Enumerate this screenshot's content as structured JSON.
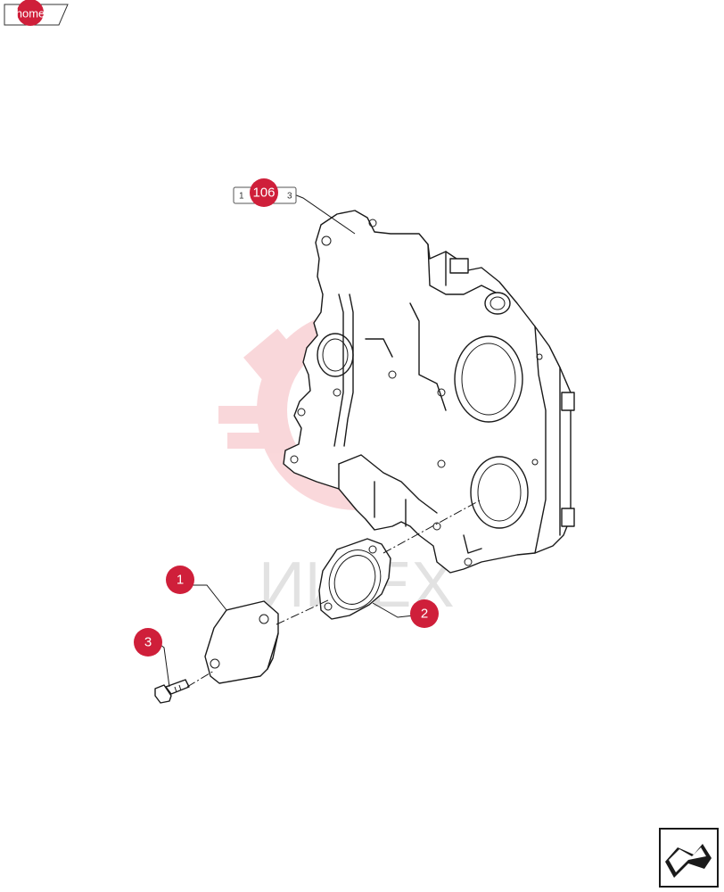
{
  "home": {
    "label": "home"
  },
  "callouts": [
    {
      "id": "ref-106",
      "label": "106"
    },
    {
      "id": "part-1",
      "label": "1"
    },
    {
      "id": "part-2",
      "label": "2"
    },
    {
      "id": "part-3",
      "label": "3"
    }
  ],
  "reference_tag": {
    "left": "1",
    "right": "3"
  },
  "watermark": {
    "text": "ИИ EX"
  },
  "colors": {
    "callout": "#cf1f3a",
    "line": "#1a1a1a",
    "watermark": "#f5b8bd"
  },
  "icons": {
    "nav": "next-page-arrow-icon"
  }
}
